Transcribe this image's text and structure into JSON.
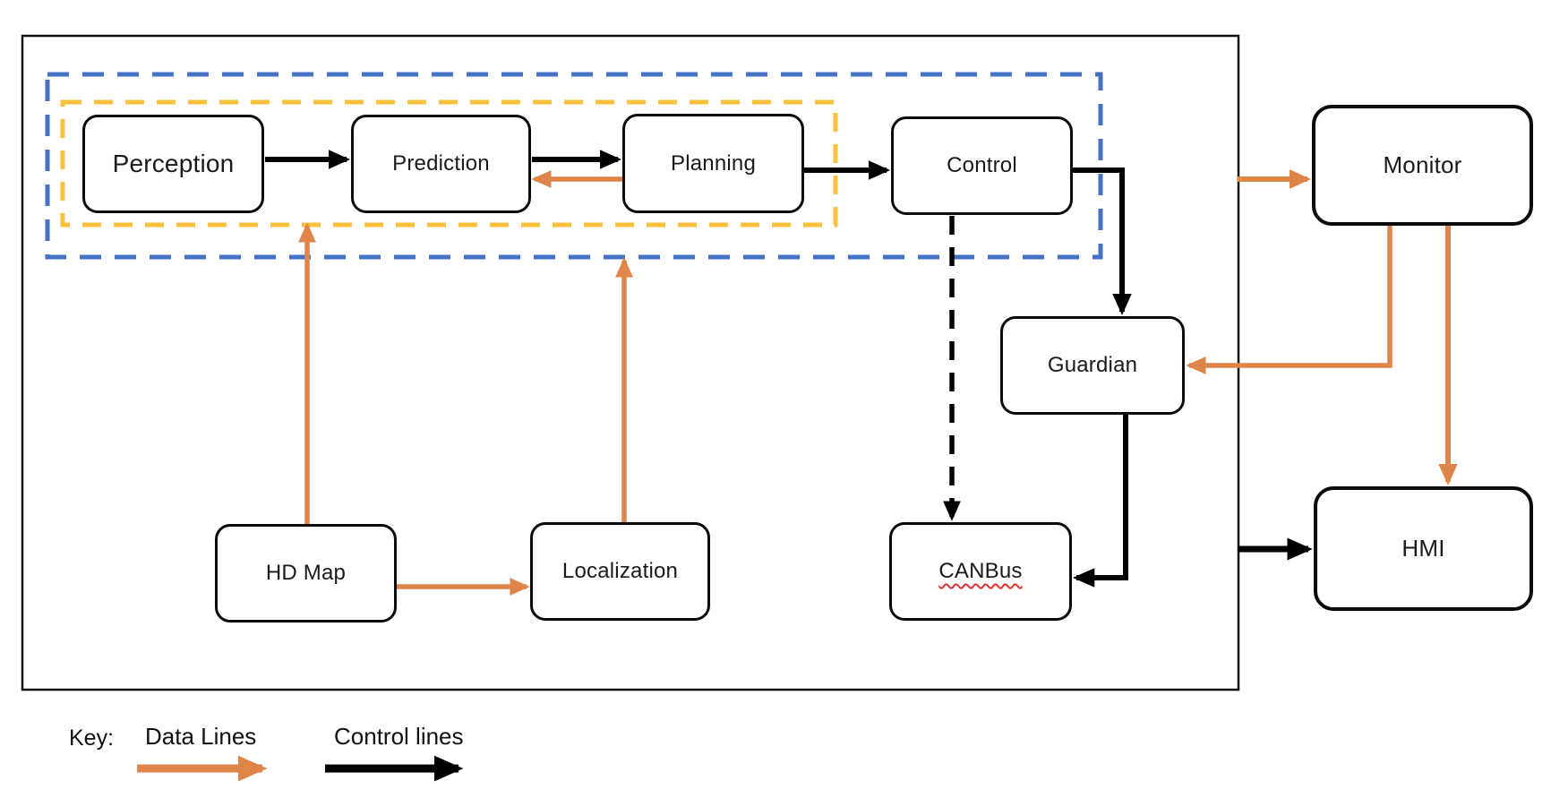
{
  "diagram": {
    "title_hint": "Autonomous driving software architecture flow diagram",
    "nodes": {
      "perception": {
        "label": "Perception"
      },
      "prediction": {
        "label": "Prediction"
      },
      "planning": {
        "label": "Planning"
      },
      "control": {
        "label": "Control"
      },
      "guardian": {
        "label": "Guardian"
      },
      "canbus": {
        "label": "CANBus"
      },
      "hdmap": {
        "label": "HD Map"
      },
      "localization": {
        "label": "Localization"
      },
      "monitor": {
        "label": "Monitor"
      },
      "hmi": {
        "label": "HMI"
      }
    },
    "groups": {
      "outer_dashed": {
        "color": "#4472c4",
        "style": "dashed",
        "contains": [
          "Perception",
          "Prediction",
          "Planning",
          "Control"
        ]
      },
      "inner_dashed": {
        "color": "#fcc13c",
        "style": "dashed",
        "contains": [
          "Perception",
          "Prediction",
          "Planning"
        ]
      }
    },
    "edges": [
      {
        "from": "Perception",
        "to": "Prediction",
        "type": "control",
        "style": "solid"
      },
      {
        "from": "Prediction",
        "to": "Planning",
        "type": "control",
        "style": "solid"
      },
      {
        "from": "Planning",
        "to": "Control",
        "type": "control",
        "style": "solid"
      },
      {
        "from": "Control",
        "to": "Guardian",
        "type": "control",
        "style": "solid"
      },
      {
        "from": "Control",
        "to": "CANBus",
        "type": "control",
        "style": "dashed"
      },
      {
        "from": "Guardian",
        "to": "CANBus",
        "type": "control",
        "style": "solid"
      },
      {
        "from": "System box",
        "to": "HMI",
        "type": "control",
        "style": "solid"
      },
      {
        "from": "System box",
        "to": "Monitor",
        "type": "data",
        "style": "solid"
      },
      {
        "from": "Monitor",
        "to": "Guardian",
        "type": "data",
        "style": "solid"
      },
      {
        "from": "Monitor",
        "to": "HMI",
        "type": "data",
        "style": "solid"
      },
      {
        "from": "HD Map",
        "to": "Perception/Prediction group",
        "type": "data",
        "style": "solid"
      },
      {
        "from": "HD Map",
        "to": "Localization",
        "type": "data",
        "style": "solid"
      },
      {
        "from": "Localization",
        "to": "Planning group",
        "type": "data",
        "style": "solid"
      },
      {
        "from": "Planning",
        "to": "Prediction",
        "type": "data",
        "style": "solid"
      }
    ],
    "key": {
      "label": "Key:",
      "data_lines_label": "Data Lines",
      "control_lines_label": "Control lines"
    },
    "colors": {
      "data_line_orange": "#df854a",
      "control_line_black": "#000000",
      "outer_group_dashed_blue": "#4472c4",
      "inner_group_dashed_yellow": "#fcc13c",
      "spellcheck_squiggle_red": "#e03131",
      "node_border": "#0a0a0a",
      "node_fill": "#ffffff"
    }
  }
}
